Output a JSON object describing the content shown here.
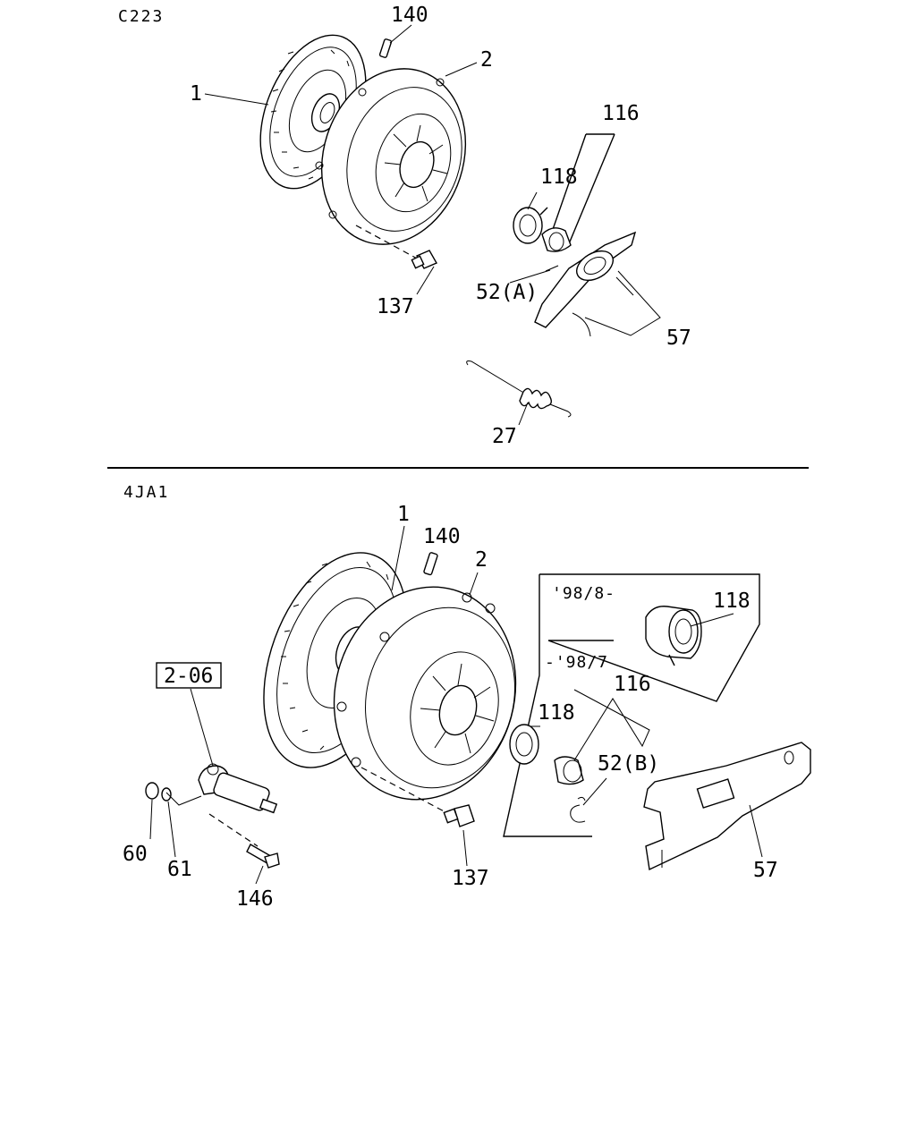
{
  "sections": {
    "top": {
      "title": "C223"
    },
    "bottom": {
      "title": "4JA1"
    }
  },
  "top_labels": {
    "p140": "140",
    "p2": "2",
    "p1": "1",
    "p116": "116",
    "p118": "118",
    "p52a": "52(A)",
    "p137": "137",
    "p57": "57",
    "p27": "27"
  },
  "bottom_labels": {
    "p1": "1",
    "p140": "140",
    "p2": "2",
    "ref": "2-06",
    "p118_new": "118",
    "p116": "116",
    "p118_old": "118",
    "p52b": "52(B)",
    "p137": "137",
    "p57": "57",
    "p60": "60",
    "p61": "61",
    "p146": "146"
  },
  "dates": {
    "from": "'98/8-",
    "until": "-'98/7"
  }
}
